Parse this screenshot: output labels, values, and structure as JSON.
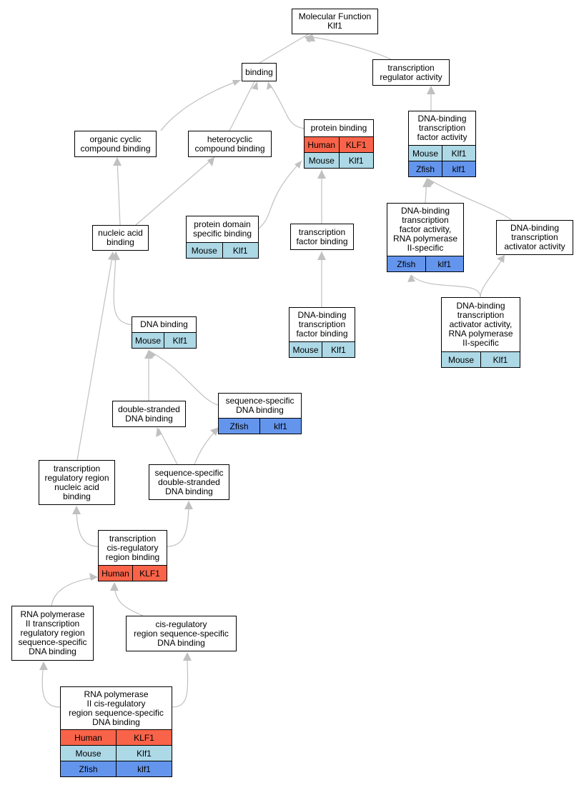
{
  "colors": {
    "human": "#f96349",
    "mouse": "#add8e6",
    "zfish": "#6495ed",
    "edge": "#c0c0c0"
  },
  "nodes": {
    "root": {
      "label": "Molecular Function\nKlf1"
    },
    "binding": {
      "label": "binding"
    },
    "tra": {
      "label": "transcription\nregulator activity"
    },
    "ocb": {
      "label": "organic cyclic\ncompound binding"
    },
    "hcb": {
      "label": "heterocyclic\ncompound binding"
    },
    "pb": {
      "label": "protein binding",
      "rows": [
        {
          "species": "Human",
          "gene": "KLF1"
        },
        {
          "species": "Mouse",
          "gene": "Klf1"
        }
      ]
    },
    "dbtfa": {
      "label": "DNA-binding\ntranscription\nfactor activity",
      "rows": [
        {
          "species": "Mouse",
          "gene": "Klf1"
        },
        {
          "species": "Zfish",
          "gene": "klf1"
        }
      ]
    },
    "nab": {
      "label": "nucleic acid\nbinding"
    },
    "pdsb": {
      "label": "protein domain\nspecific binding",
      "rows": [
        {
          "species": "Mouse",
          "gene": "Klf1"
        }
      ]
    },
    "tfb": {
      "label": "transcription\nfactor binding"
    },
    "dbtfa2": {
      "label": "DNA-binding\ntranscription\nfactor activity,\nRNA polymerase\nII-specific",
      "rows": [
        {
          "species": "Zfish",
          "gene": "klf1"
        }
      ]
    },
    "dbtaa": {
      "label": "DNA-binding\ntranscription\nactivator activity"
    },
    "dnab": {
      "label": "DNA binding",
      "rows": [
        {
          "species": "Mouse",
          "gene": "Klf1"
        }
      ]
    },
    "dbtfb": {
      "label": "DNA-binding\ntranscription\nfactor binding",
      "rows": [
        {
          "species": "Mouse",
          "gene": "Klf1"
        }
      ]
    },
    "dbtaa2": {
      "label": "DNA-binding\ntranscription\nactivator activity,\nRNA polymerase\nII-specific",
      "rows": [
        {
          "species": "Mouse",
          "gene": "Klf1"
        }
      ]
    },
    "dsdna": {
      "label": "double-stranded\nDNA binding"
    },
    "ssdna": {
      "label": "sequence-specific\nDNA binding",
      "rows": [
        {
          "species": "Zfish",
          "gene": "klf1"
        }
      ]
    },
    "trrna": {
      "label": "transcription\nregulatory region\nnucleic acid\nbinding"
    },
    "ssds": {
      "label": "sequence-specific\ndouble-stranded\nDNA binding"
    },
    "tcrb": {
      "label": "transcription\ncis-regulatory\nregion binding",
      "rows": [
        {
          "species": "Human",
          "gene": "KLF1"
        }
      ]
    },
    "rnap2tr": {
      "label": "RNA polymerase\nII transcription\nregulatory region\nsequence-specific\nDNA binding"
    },
    "crss": {
      "label": "cis-regulatory\nregion sequence-specific\nDNA binding"
    },
    "rnap2cr": {
      "label": "RNA polymerase\nII cis-regulatory\nregion sequence-specific\nDNA binding",
      "rows": [
        {
          "species": "Human",
          "gene": "KLF1"
        },
        {
          "species": "Mouse",
          "gene": "Klf1"
        },
        {
          "species": "Zfish",
          "gene": "klf1"
        }
      ]
    }
  }
}
